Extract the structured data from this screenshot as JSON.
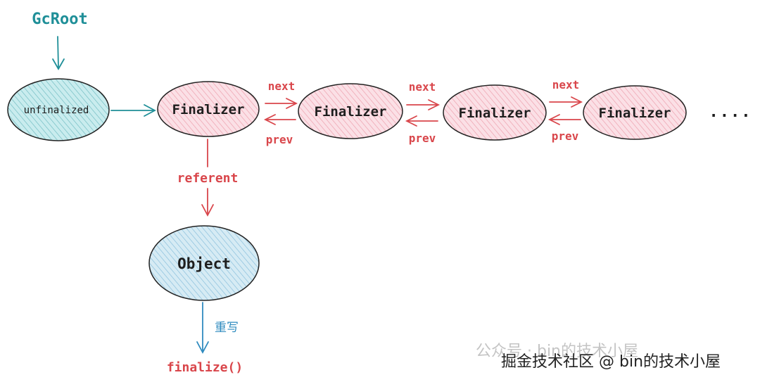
{
  "colors": {
    "teal": "#1f8f98",
    "teal_fill": "#8fd3d8",
    "pink_fill": "#f3b6c4",
    "red": "#d9464b",
    "blue_fill": "#a9d2e6",
    "blue": "#2f8bbf",
    "dark": "#1e1e1e"
  },
  "labels": {
    "gcroot": "GcRoot",
    "unfinalized": "unfinalized",
    "finalizer_1": "Finalizer",
    "finalizer_2": "Finalizer",
    "finalizer_3": "Finalizer",
    "finalizer_4": "Finalizer",
    "ellipsis": "....",
    "next_1": "next",
    "next_2": "next",
    "next_3": "next",
    "prev_1": "prev",
    "prev_2": "prev",
    "prev_3": "prev",
    "referent": "referent",
    "object": "Object",
    "override": "重写",
    "finalize": "finalize()"
  },
  "watermark": {
    "faint_text": "公众号 · bin的技术小屋",
    "text": "掘金技术社区 @ bin的技术小屋"
  }
}
